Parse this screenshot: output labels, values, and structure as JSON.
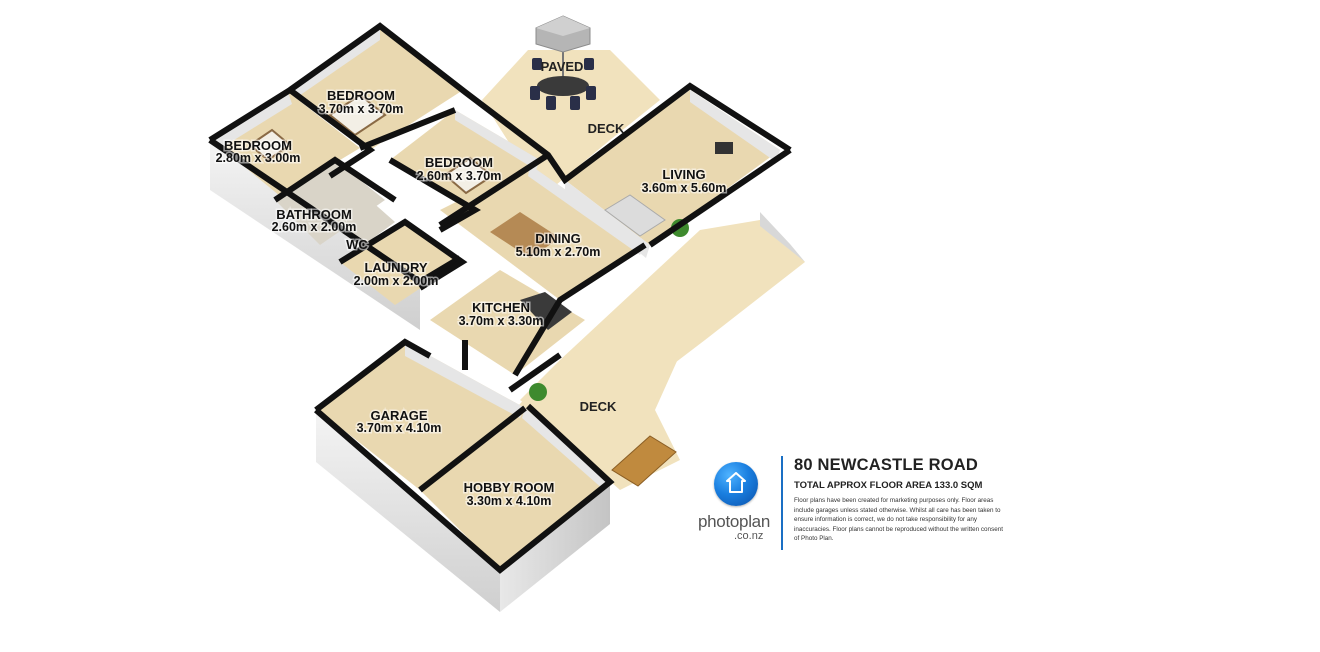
{
  "rooms": [
    {
      "name": "BEDROOM",
      "dims": "3.70m x 3.70m"
    },
    {
      "name": "BEDROOM",
      "dims": "2.80m x 3.00m"
    },
    {
      "name": "BEDROOM",
      "dims": "2.60m x 3.70m"
    },
    {
      "name": "BATHROOM",
      "dims": "2.60m x 2.00m"
    },
    {
      "name": "WC",
      "dims": ""
    },
    {
      "name": "LAUNDRY",
      "dims": "2.00m x 2.00m"
    },
    {
      "name": "DINING",
      "dims": "5.10m x 2.70m"
    },
    {
      "name": "KITCHEN",
      "dims": "3.70m x 3.30m"
    },
    {
      "name": "LIVING",
      "dims": "3.60m x 5.60m"
    },
    {
      "name": "GARAGE",
      "dims": "3.70m x 4.10m"
    },
    {
      "name": "HOBBY ROOM",
      "dims": "3.30m x 4.10m"
    }
  ],
  "outdoor": {
    "paved": "PAVED",
    "deck_upper": "DECK",
    "deck_lower": "DECK"
  },
  "info": {
    "logo_text": "photoplan",
    "logo_sub": ".co.nz",
    "logo_icon": "house-icon",
    "title": "80 NEWCASTLE ROAD",
    "area": "TOTAL APPROX FLOOR AREA 133.0 SQM",
    "disclaimer": "Floor plans have been created for marketing purposes only. Floor areas include garages unless stated otherwise. Whilst all care has been taken to ensure information is correct, we do not take responsibility for any inaccuracies. Floor plans cannot be reproduced without the written consent of Photo Plan."
  },
  "colors": {
    "floor": "#e9d8b0",
    "deck": "#f1e2bd",
    "wall_top": "#111111",
    "wall_face": "#e2e2e2",
    "brand_blue": "#1a6fc4"
  }
}
